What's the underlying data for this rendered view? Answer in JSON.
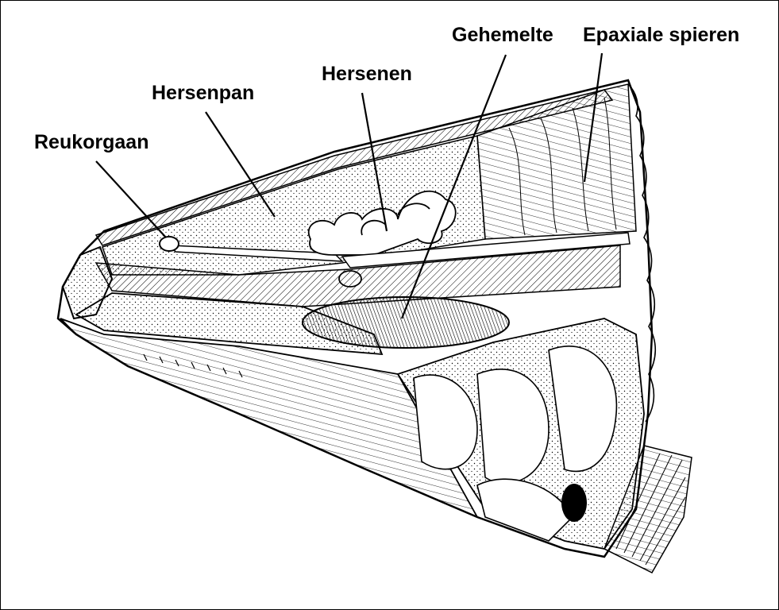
{
  "labels": {
    "olfactory_organ": "Reukorgaan",
    "braincase": "Hersenpan",
    "brain": "Hersenen",
    "palate": "Gehemelte",
    "epaxial_muscles": "Epaxiale spieren"
  },
  "colors": {
    "ink": "#000000",
    "paper": "#ffffff"
  }
}
